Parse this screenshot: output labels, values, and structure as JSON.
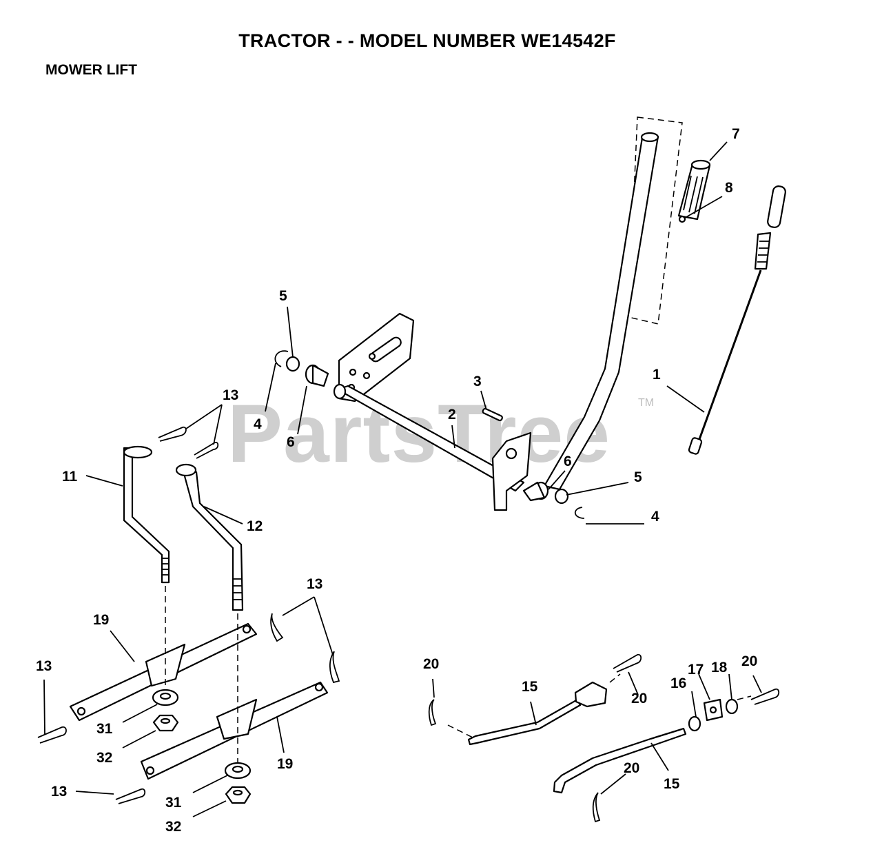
{
  "title": "TRACTOR - - MODEL NUMBER WE14542F",
  "subtitle": "MOWER LIFT",
  "watermark": "PartsTree",
  "watermark_mark": "TM",
  "callouts": {
    "c1": "1",
    "c2": "2",
    "c3": "3",
    "c4a": "4",
    "c4b": "4",
    "c5a": "5",
    "c5b": "5",
    "c6a": "6",
    "c6b": "6",
    "c7": "7",
    "c8": "8",
    "c11": "11",
    "c12": "12",
    "c13a": "13",
    "c13b": "13",
    "c13c": "13",
    "c13d": "13",
    "c15a": "15",
    "c15b": "15",
    "c16": "16",
    "c17": "17",
    "c18": "18",
    "c19a": "19",
    "c19b": "19",
    "c20a": "20",
    "c20b": "20",
    "c20c": "20",
    "c20d": "20",
    "c31a": "31",
    "c31b": "31",
    "c32a": "32",
    "c32b": "32"
  }
}
